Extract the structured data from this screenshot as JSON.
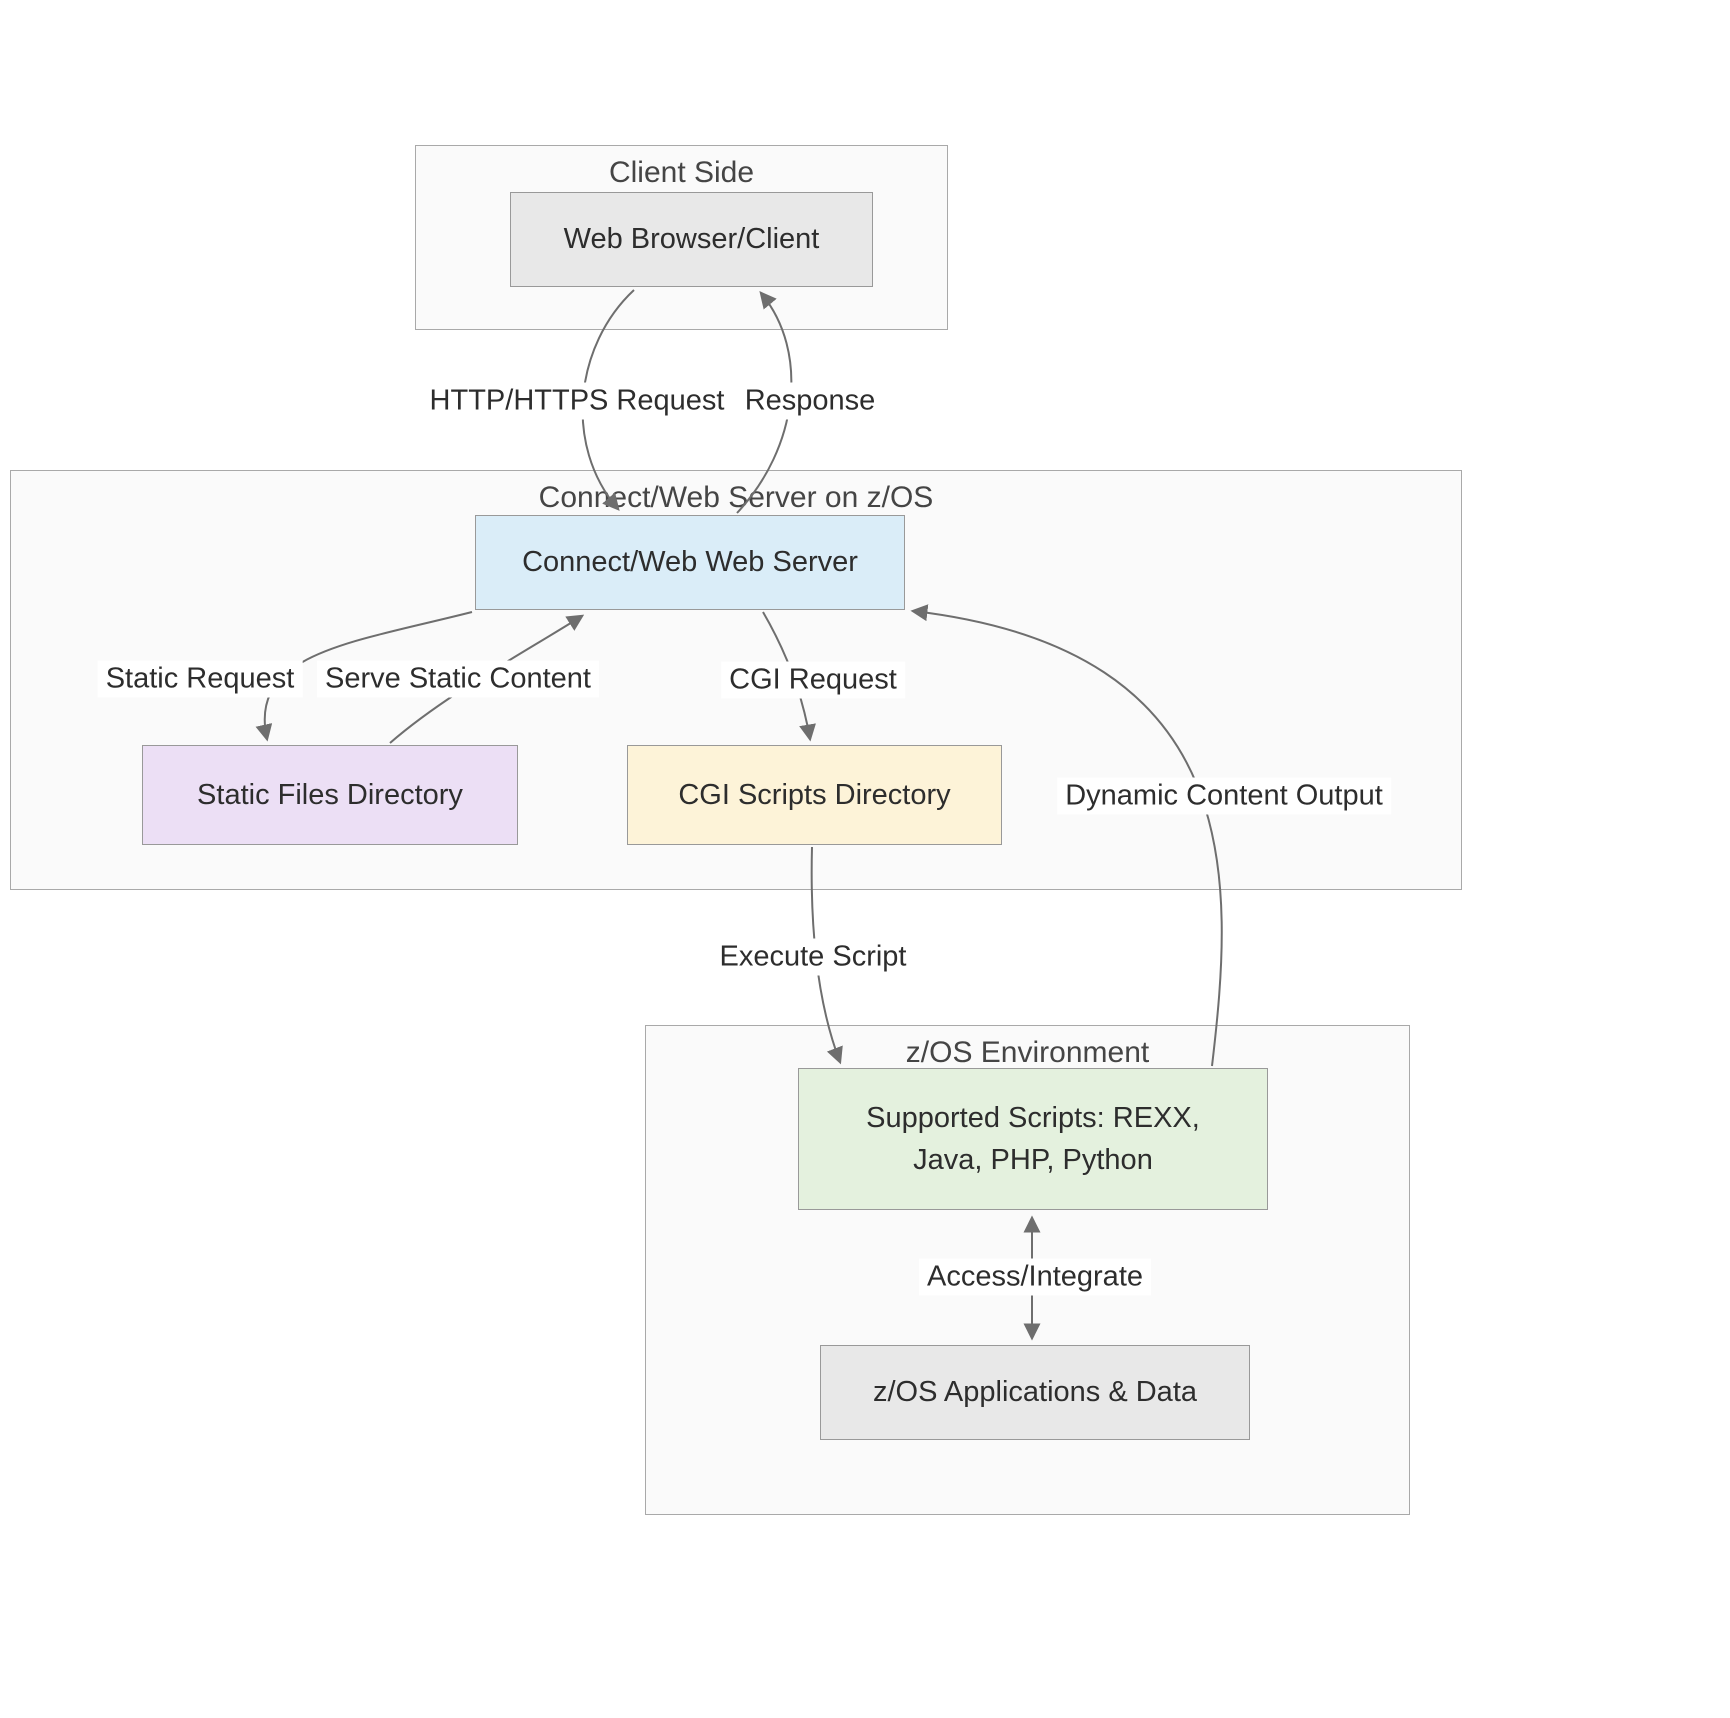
{
  "diagram": {
    "title": "Connect/Web Server on z/OS architecture flowchart",
    "containers": {
      "client": {
        "label": "Client Side"
      },
      "server": {
        "label": "Connect/Web Server on z/OS"
      },
      "zos": {
        "label": "z/OS Environment"
      }
    },
    "nodes": {
      "browser": {
        "label": "Web Browser/Client"
      },
      "webserver": {
        "label": "Connect/Web Web Server"
      },
      "static_files": {
        "label": "Static Files Directory"
      },
      "cgi_scripts": {
        "label": "CGI Scripts Directory"
      },
      "scripts": {
        "line1": "Supported Scripts: REXX,",
        "line2": "Java, PHP, Python"
      },
      "apps": {
        "label": "z/OS Applications & Data"
      }
    },
    "edges": {
      "http_request": {
        "label": "HTTP/HTTPS Request",
        "from": "browser",
        "to": "webserver"
      },
      "response": {
        "label": "Response",
        "from": "webserver",
        "to": "browser"
      },
      "static_request": {
        "label": "Static Request",
        "from": "webserver",
        "to": "static_files"
      },
      "serve_static": {
        "label": "Serve Static Content",
        "from": "static_files",
        "to": "webserver"
      },
      "cgi_request": {
        "label": "CGI Request",
        "from": "webserver",
        "to": "cgi_scripts"
      },
      "execute_script": {
        "label": "Execute Script",
        "from": "cgi_scripts",
        "to": "scripts"
      },
      "dynamic_output": {
        "label": "Dynamic Content Output",
        "from": "scripts",
        "to": "webserver"
      },
      "access_integrate": {
        "label": "Access/Integrate",
        "from": "scripts",
        "to": "apps",
        "bidirectional": true
      }
    },
    "colors": {
      "node_browser": "#e8e8e8",
      "node_webserver": "#daedf8",
      "node_static": "#ecdff5",
      "node_cgi": "#fdf3d8",
      "node_scripts": "#e4f1de",
      "node_apps": "#e8e8e8",
      "container_fill": "#fafafa",
      "container_border": "#a9a9a9",
      "node_border": "#999999",
      "edge": "#6e6e6e",
      "text": "#2d2d2d"
    }
  }
}
